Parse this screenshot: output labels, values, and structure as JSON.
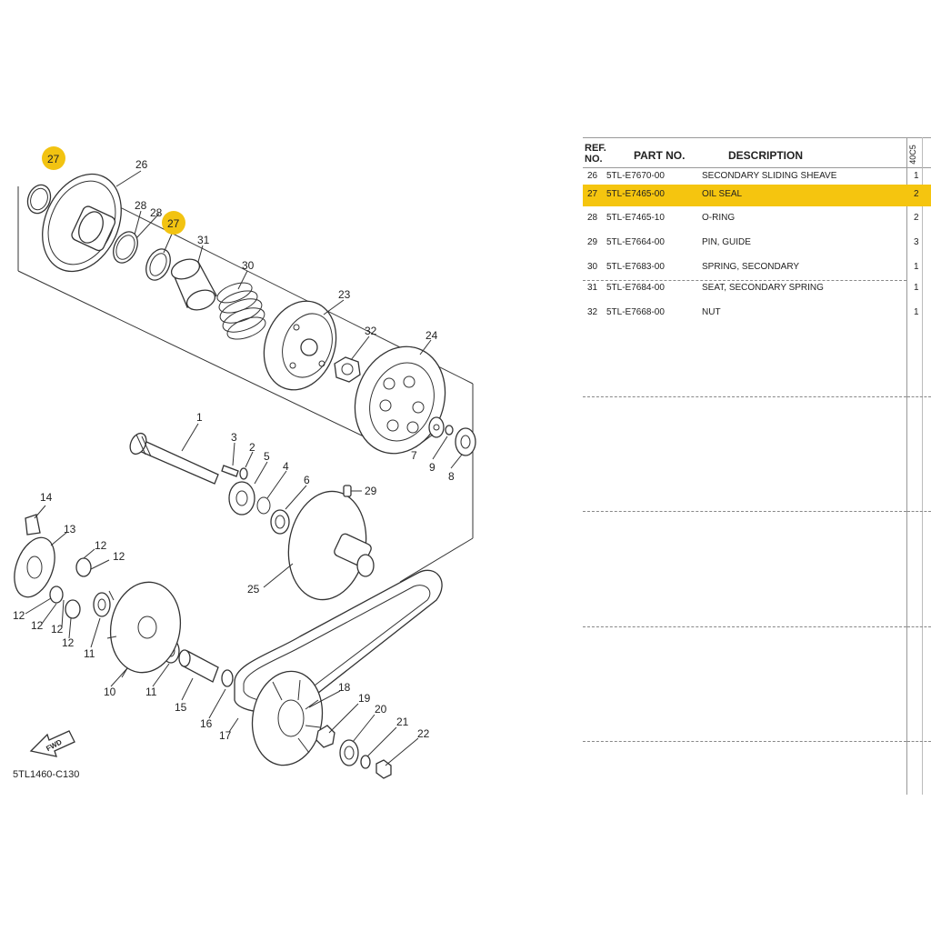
{
  "diagram": {
    "code": "5TL1460-C130",
    "fwd": "FWD",
    "highlight_color": "#f2c311",
    "callouts": {
      "c1": "1",
      "c2": "2",
      "c3": "3",
      "c4": "4",
      "c5": "5",
      "c6": "6",
      "c7": "7",
      "c8": "8",
      "c9": "9",
      "c10": "10",
      "c11a": "11",
      "c11b": "11",
      "c12a": "12",
      "c12b": "12",
      "c12c": "12",
      "c12d": "12",
      "c12e": "12",
      "c12f": "12",
      "c13": "13",
      "c14": "14",
      "c15": "15",
      "c16": "16",
      "c17": "17",
      "c18": "18",
      "c19": "19",
      "c20": "20",
      "c21": "21",
      "c22": "22",
      "c23": "23",
      "c24": "24",
      "c25": "25",
      "c26": "26",
      "c27a": "27",
      "c27b": "27",
      "c28a": "28",
      "c28b": "28",
      "c29": "29",
      "c30": "30",
      "c31": "31",
      "c32": "32"
    }
  },
  "table": {
    "headers": {
      "ref": "REF.",
      "no": "NO.",
      "part_no": "PART NO.",
      "description": "DESCRIPTION",
      "qty": "40C5"
    },
    "rows": [
      {
        "ref": "26",
        "part": "5TL-E7670-00",
        "desc": "SECONDARY SLIDING SHEAVE",
        "qty": "1"
      },
      {
        "ref": "27",
        "part": "5TL-E7465-00",
        "desc": "OIL SEAL",
        "qty": "2"
      },
      {
        "ref": "28",
        "part": "5TL-E7465-10",
        "desc": "O-RING",
        "qty": "2"
      },
      {
        "ref": "29",
        "part": "5TL-E7664-00",
        "desc": "PIN, GUIDE",
        "qty": "3"
      },
      {
        "ref": "30",
        "part": "5TL-E7683-00",
        "desc": "SPRING, SECONDARY",
        "qty": "1"
      },
      {
        "ref": "31",
        "part": "5TL-E7684-00",
        "desc": "SEAT,  SECONDARY SPRING",
        "qty": "1"
      },
      {
        "ref": "32",
        "part": "5TL-E7668-00",
        "desc": "NUT",
        "qty": "1"
      }
    ],
    "highlight_color": "#f5c50f"
  }
}
